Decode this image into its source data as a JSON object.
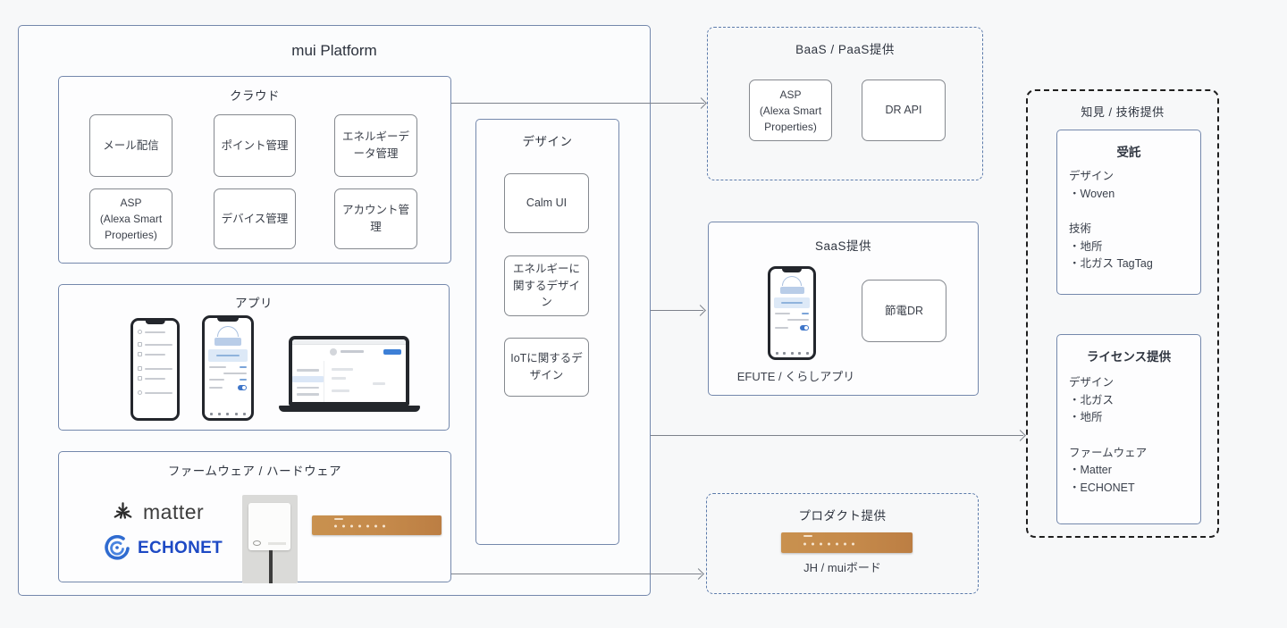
{
  "platform": {
    "title": "mui Platform",
    "cloud": {
      "title": "クラウド",
      "items": [
        "メール配信",
        "ポイント管理",
        "エネルギーデータ管理",
        "ASP\n(Alexa Smart\nProperties)",
        "デバイス管理",
        "アカウント管理"
      ]
    },
    "app": {
      "title": "アプリ"
    },
    "firmware": {
      "title": "ファームウェア / ハードウェア",
      "matter_label": "matter",
      "echonet_label": "ECHONET"
    },
    "design": {
      "title": "デザイン",
      "items": [
        "Calm UI",
        "エネルギーに関するデザイン",
        "IoTに関するデザイン"
      ]
    }
  },
  "baas": {
    "title": "BaaS / PaaS提供",
    "items": [
      "ASP\n(Alexa Smart\nProperties)",
      "DR API"
    ]
  },
  "saas": {
    "title": "SaaS提供",
    "dr_label": "節電DR",
    "caption": "EFUTE / くらしアプリ"
  },
  "product": {
    "title": "プロダクト提供",
    "caption": "JH / muiボード"
  },
  "knowledge": {
    "title": "知見 / 技術提供",
    "consignment": {
      "title": "受託",
      "groups": [
        {
          "label": "デザイン",
          "items": [
            "・Woven"
          ]
        },
        {
          "label": "技術",
          "items": [
            "・地所",
            "・北ガス TagTag"
          ]
        }
      ]
    },
    "license": {
      "title": "ライセンス提供",
      "groups": [
        {
          "label": "デザイン",
          "items": [
            "・北ガス",
            "・地所"
          ]
        },
        {
          "label": "ファームウェア",
          "items": [
            "・Matter",
            "・ECHONET"
          ]
        }
      ]
    }
  },
  "colors": {
    "background": "#f7f8f9",
    "box_border_blue": "#7488ac",
    "inner_border_gray": "#85898f",
    "dashed_blue": "#5c7bab",
    "dashed_black": "#1f1f1f",
    "arrow_gray": "#7d828b",
    "echonet_blue": "#1d49c4",
    "matter_dark": "#2d2d2d",
    "wood_board": "#c08a4e",
    "app_accent_blue": "#3f76c9"
  }
}
